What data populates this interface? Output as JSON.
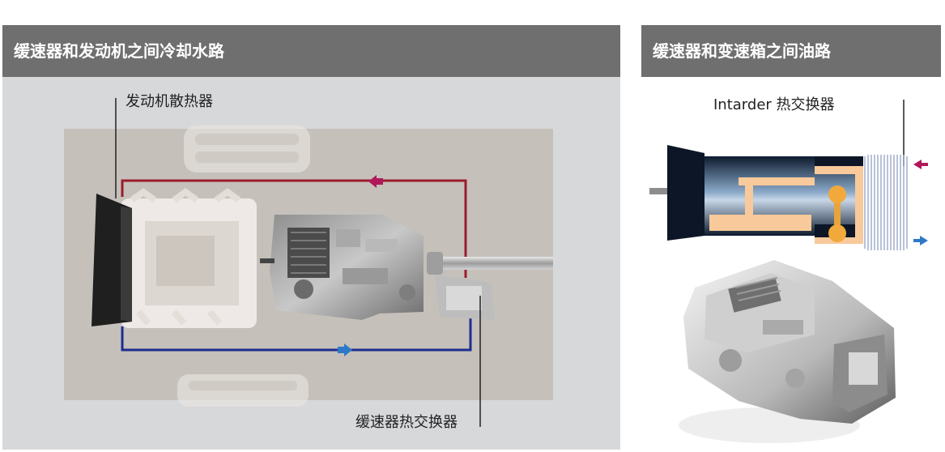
{
  "left_section": {
    "title": "缓速器和发动机之间冷却水路",
    "label_radiator": "发动机散热器",
    "label_exchanger": "缓速器热交换器"
  },
  "right_section": {
    "title": "缓速器和变速箱之间油路",
    "label_intarder": "Intarder 热交换器"
  },
  "colors": {
    "header_bg": "#6f6f6f",
    "panel_bg": "#d7d8da",
    "hot_line": "#9b1b2e",
    "cold_line": "#1c2e8f",
    "hot_arrow": "#b0185a",
    "cold_arrow": "#2f78c8",
    "oil": "#f8c99a"
  }
}
